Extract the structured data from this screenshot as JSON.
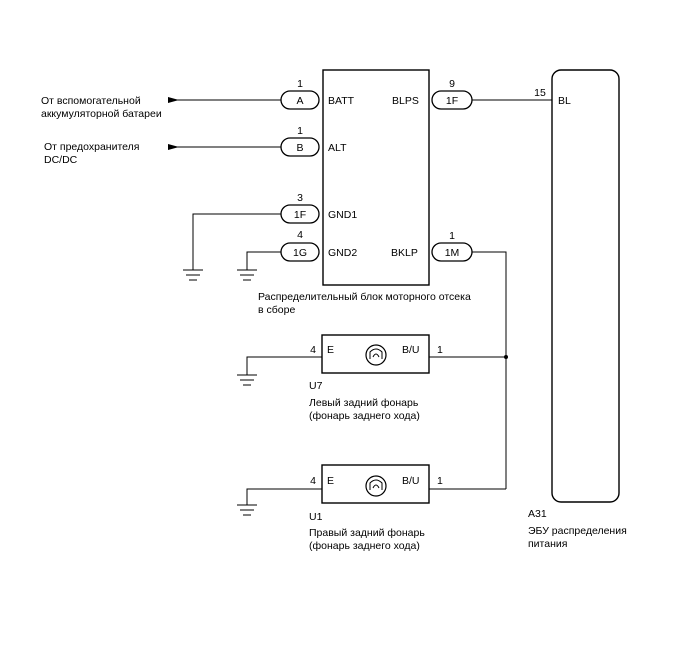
{
  "main_block": {
    "pins_left": [
      {
        "num": "1",
        "conn": "A",
        "name": "BATT"
      },
      {
        "num": "1",
        "conn": "B",
        "name": "ALT"
      },
      {
        "num": "3",
        "conn": "1F",
        "name": "GND1"
      },
      {
        "num": "4",
        "conn": "1G",
        "name": "GND2"
      }
    ],
    "pins_right": [
      {
        "num": "9",
        "conn": "1F",
        "name": "BLPS"
      },
      {
        "num": "1",
        "conn": "1M",
        "name": "BKLP"
      }
    ],
    "caption_1": "Распределительный блок моторного отсека",
    "caption_2": "в сборе"
  },
  "sources": {
    "batt_1": "От вспомогательной",
    "batt_2": "аккумуляторной батареи",
    "dcdc_1": "От предохранителя",
    "dcdc_2": "DC/DC"
  },
  "lamps": [
    {
      "code": "U7",
      "desc_1": "Левый задний фонарь",
      "desc_2": "(фонарь заднего хода)",
      "pin_left_num": "4",
      "pin_left_name": "E",
      "pin_right_name": "B/U",
      "pin_right_num": "1"
    },
    {
      "code": "U1",
      "desc_1": "Правый задний фонарь",
      "desc_2": "(фонарь заднего хода)",
      "pin_left_num": "4",
      "pin_left_name": "E",
      "pin_right_name": "B/U",
      "pin_right_num": "1"
    }
  ],
  "ecu": {
    "pin_num": "15",
    "pin_name": "BL",
    "code": "A31",
    "desc_1": "ЭБУ распределения",
    "desc_2": "питания"
  }
}
